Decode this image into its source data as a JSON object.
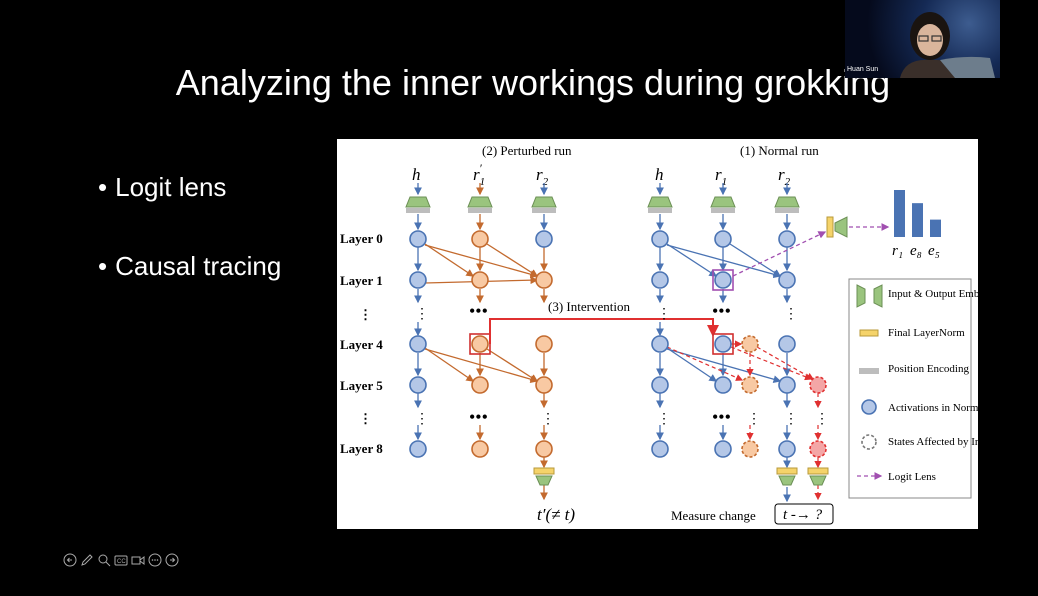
{
  "slide": {
    "title": "Analyzing the inner workings during grokking",
    "bullets": [
      "Logit lens",
      "Causal tracing"
    ]
  },
  "webcam": {
    "name": "Huan Sun"
  },
  "figure": {
    "perturbed_label": "(2) Perturbed run",
    "normal_label": "(1) Normal run",
    "intervention_label": "(3) Intervention",
    "tokens": {
      "h": "h",
      "r1": "r",
      "r1_sub": "1",
      "r1_prime": "′",
      "r2": "r",
      "r2_sub": "2"
    },
    "layers": [
      "Layer 0",
      "Layer 1",
      "⋮",
      "Layer 4",
      "Layer 5",
      "⋮",
      "Layer 8"
    ],
    "perturbed_output": "t′(≠ t)",
    "measure_label": "Measure change",
    "measure_box": "t -→ ?",
    "bar_labels": [
      "r₁",
      "e₈",
      "e₅"
    ],
    "bar_values": [
      1.0,
      0.72,
      0.37
    ],
    "legend": [
      "Input & Output Embeddings",
      "Final LayerNorm",
      "Position Encoding",
      "Activations in Normal run",
      "States Affected by Intervention",
      "Logit Lens"
    ],
    "colors": {
      "blue": "#4a73b3",
      "blue_fill": "#b4c7e7",
      "orange": "#c36a2e",
      "orange_fill": "#f8c9a3",
      "red": "#e03030",
      "red_fill": "#f4a6a6",
      "purple": "#a14fb0",
      "green": "#9ac47e",
      "yellow": "#f5d36a",
      "gray": "#bdbdbd"
    }
  },
  "controls": [
    "back-icon",
    "pen-icon",
    "zoom-icon",
    "captions-icon",
    "video-icon",
    "more-icon",
    "forward-icon"
  ]
}
